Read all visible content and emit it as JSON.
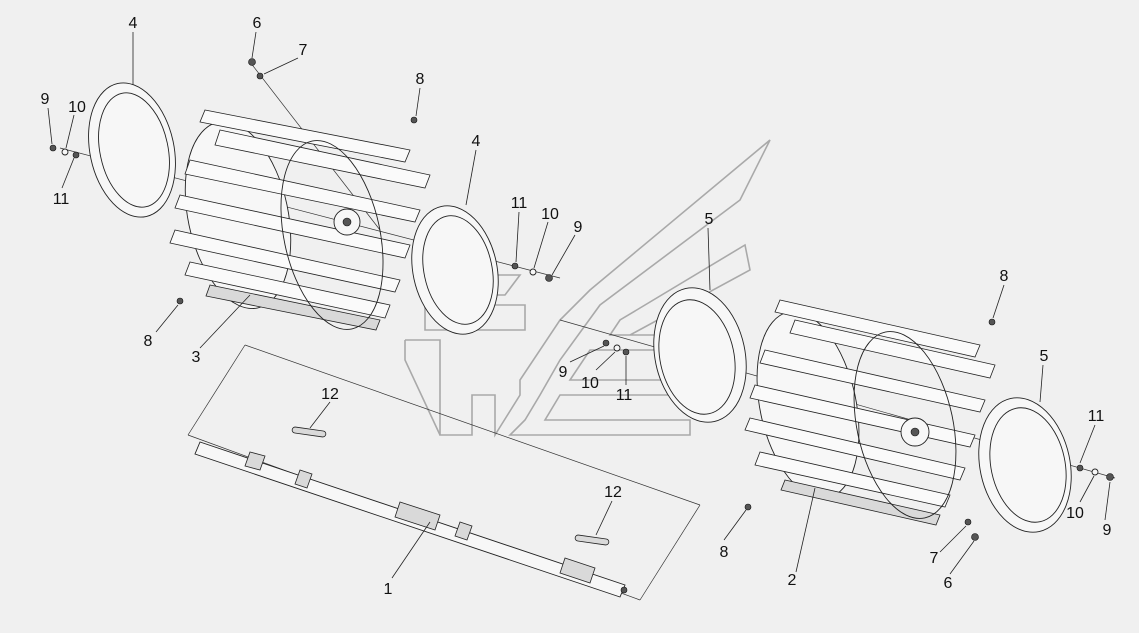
{
  "callouts": [
    {
      "id": "c-4a",
      "text": "4"
    },
    {
      "id": "c-6a",
      "text": "6"
    },
    {
      "id": "c-7a",
      "text": "7"
    },
    {
      "id": "c-9a",
      "text": "9"
    },
    {
      "id": "c-10a",
      "text": "10"
    },
    {
      "id": "c-11a",
      "text": "11"
    },
    {
      "id": "c-8a",
      "text": "8"
    },
    {
      "id": "c-4b",
      "text": "4"
    },
    {
      "id": "c-11b",
      "text": "11"
    },
    {
      "id": "c-10b",
      "text": "10"
    },
    {
      "id": "c-9b",
      "text": "9"
    },
    {
      "id": "c-8b",
      "text": "8"
    },
    {
      "id": "c-3",
      "text": "3"
    },
    {
      "id": "c-12a",
      "text": "12"
    },
    {
      "id": "c-5a",
      "text": "5"
    },
    {
      "id": "c-9c",
      "text": "9"
    },
    {
      "id": "c-10c",
      "text": "10"
    },
    {
      "id": "c-11c",
      "text": "11"
    },
    {
      "id": "c-8c",
      "text": "8"
    },
    {
      "id": "c-5b",
      "text": "5"
    },
    {
      "id": "c-11d",
      "text": "11"
    },
    {
      "id": "c-10d",
      "text": "10"
    },
    {
      "id": "c-9d",
      "text": "9"
    },
    {
      "id": "c-12b",
      "text": "12"
    },
    {
      "id": "c-8d",
      "text": "8"
    },
    {
      "id": "c-7b",
      "text": "7"
    },
    {
      "id": "c-6b",
      "text": "6"
    },
    {
      "id": "c-1",
      "text": "1"
    },
    {
      "id": "c-2",
      "text": "2"
    }
  ]
}
